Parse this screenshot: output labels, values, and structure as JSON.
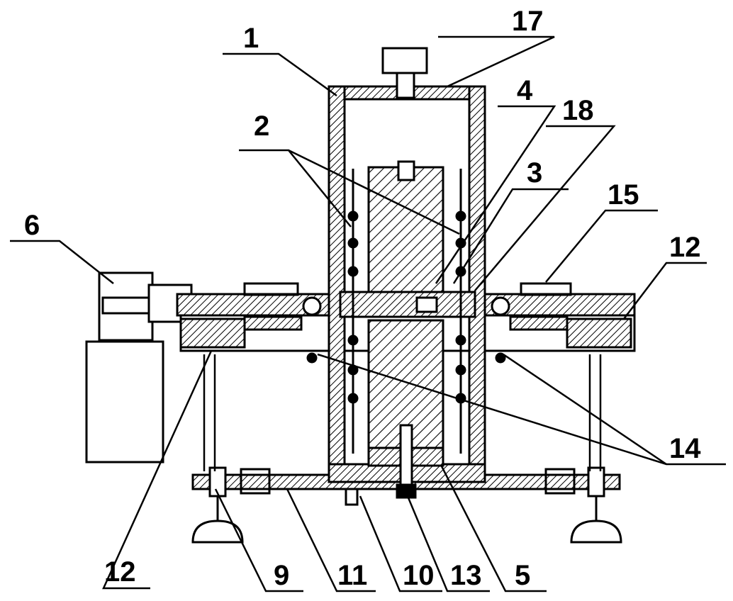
{
  "labels": {
    "l1": "1",
    "l2": "2",
    "l3": "3",
    "l4": "4",
    "l5": "5",
    "l6": "6",
    "l9": "9",
    "l10": "10",
    "l11": "11",
    "l12a": "12",
    "l12b": "12",
    "l13": "13",
    "l14": "14",
    "l15": "15",
    "l17": "17",
    "l18": "18"
  },
  "colors": {
    "ink": "#000000",
    "paper": "#ffffff"
  }
}
